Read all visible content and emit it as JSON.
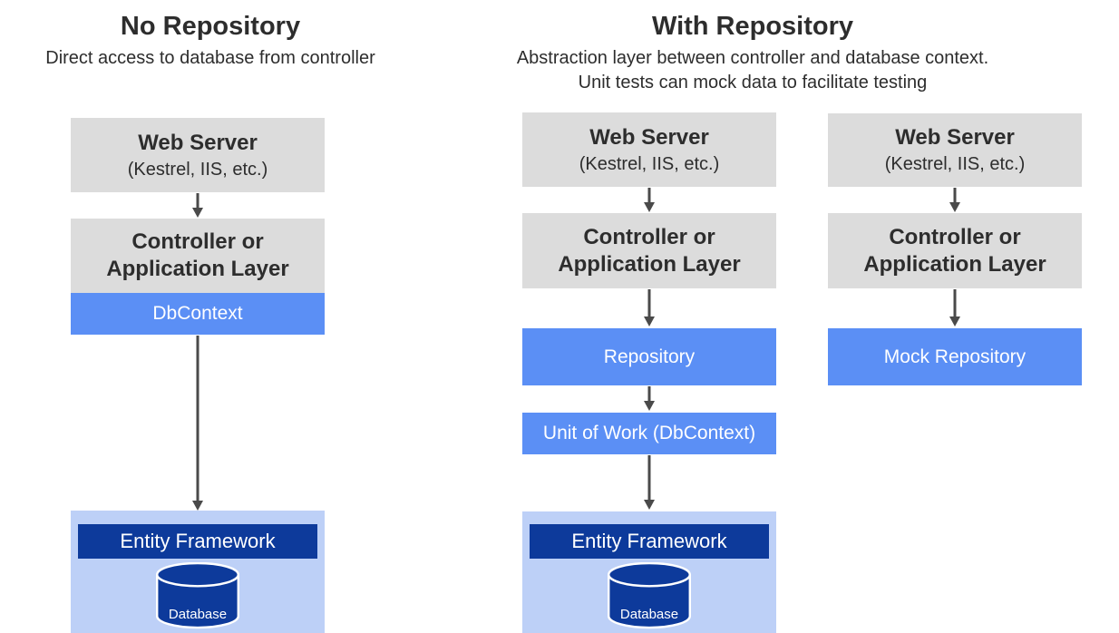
{
  "colors": {
    "box_gray": "#dcdcdc",
    "box_blue": "#5b8ff5",
    "box_dark_blue": "#0d3a9b",
    "box_light_blue": "#bdd0f7",
    "arrow": "#4a4a4a",
    "text_dark": "#2d2d2d",
    "text_white": "#ffffff"
  },
  "titles": {
    "left": {
      "title": "No Repository",
      "subtitle": "Direct access to database from controller"
    },
    "right": {
      "title": "With Repository",
      "subtitle_line1": "Abstraction layer between controller and database context.",
      "subtitle_line2": "Unit tests can mock data to facilitate testing"
    }
  },
  "common": {
    "web_server_title": "Web Server",
    "web_server_subtitle": "(Kestrel, IIS, etc.)",
    "controller_line1": "Controller or",
    "controller_line2": "Application Layer",
    "entity_framework_label": "Entity Framework",
    "database_label": "Database"
  },
  "left_column": {
    "db_context_label": "DbContext"
  },
  "middle_column": {
    "repository_label": "Repository",
    "unit_of_work_label": "Unit of Work (DbContext)"
  },
  "right_column": {
    "mock_repository_label": "Mock Repository"
  }
}
